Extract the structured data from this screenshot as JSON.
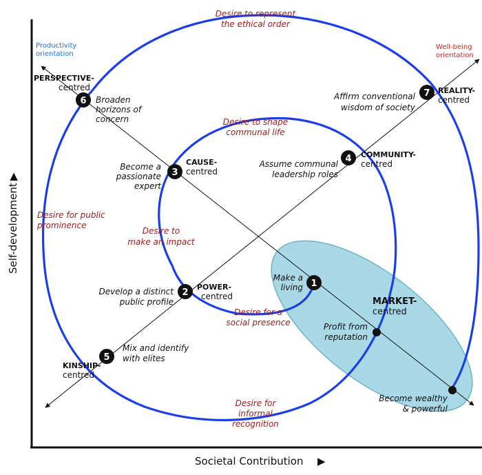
{
  "axes": {
    "x_label": "Societal Contribution",
    "x_arrow": "▶",
    "y_label": "Self-development",
    "y_arrow": "▶"
  },
  "orientations": {
    "productivity_line1": "Productivity",
    "productivity_line2": "orientation",
    "wellbeing_line1": "Well-being",
    "wellbeing_line2": "orientation"
  },
  "nodes": [
    {
      "number": "1",
      "name": "",
      "suffix": "",
      "action": [
        "Make a",
        "living"
      ]
    },
    {
      "number": "2",
      "name": "POWER-",
      "suffix": "centred",
      "action": [
        "Develop a distinct",
        "public profile"
      ]
    },
    {
      "number": "3",
      "name": "CAUSE-",
      "suffix": "centred",
      "action": [
        "Become a",
        "passionate",
        "expert"
      ]
    },
    {
      "number": "4",
      "name": "COMMUNITY-",
      "suffix": "centred",
      "action": [
        "Assume communal",
        "leadership roles"
      ]
    },
    {
      "number": "5",
      "name": "KINSHIP-",
      "suffix": "centred",
      "action": [
        "Mix and identify",
        "with elites"
      ]
    },
    {
      "number": "6",
      "name": "PERSPECTIVE-",
      "suffix": "centred",
      "action": [
        "Broaden",
        "horizons of",
        "concern"
      ]
    },
    {
      "number": "7",
      "name": "REALITY-",
      "suffix": "centred",
      "action": [
        "Affirm conventional",
        "wisdom of society"
      ]
    }
  ],
  "market": {
    "title": "MARKET-",
    "subtitle": "centred",
    "profit": [
      "Profit from",
      "reputation"
    ],
    "wealthy": [
      "Become wealthy",
      "& powerful"
    ]
  },
  "desires": {
    "ethical": [
      "Desire to represent",
      "the ethical order"
    ],
    "communal": [
      "Desire to shape",
      "communal life"
    ],
    "prominence": [
      "Desire for public",
      "prominence"
    ],
    "impact": [
      "Desire to",
      "make an impact"
    ],
    "social": [
      "Desire for a",
      "social presence"
    ],
    "informal": [
      "Desire for",
      "informal",
      "recognition"
    ]
  },
  "colors": {
    "spiral": "#1a3ee8",
    "ellipse_fill": "#a9d9e6",
    "ellipse_stroke": "#6ab3c7",
    "desire_text": "#9b1b1b"
  }
}
